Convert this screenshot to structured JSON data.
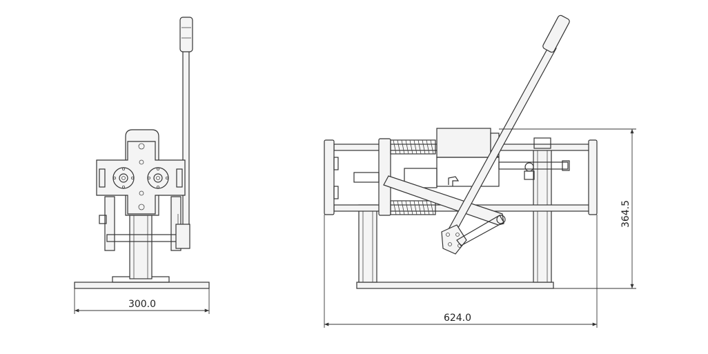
{
  "dimensions": {
    "front_width": "300.0",
    "side_length": "624.0",
    "side_height": "364.5"
  },
  "colors": {
    "line": "#333333",
    "fill": "#f4f4f4",
    "background": "#ffffff"
  }
}
